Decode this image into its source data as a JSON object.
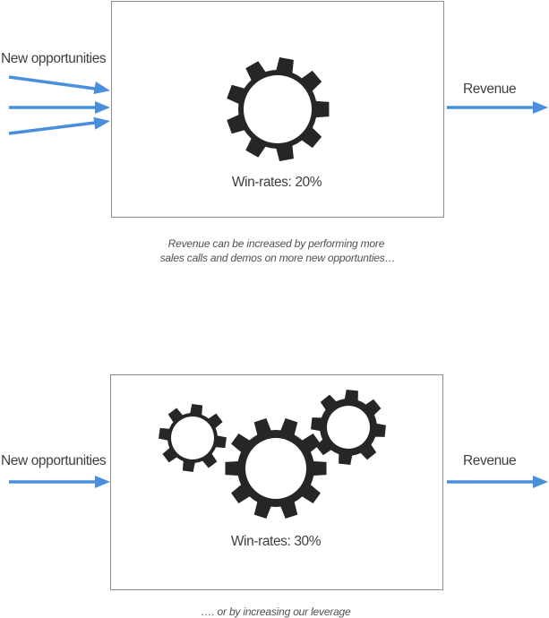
{
  "panels": [
    {
      "input_label": "New opportunities",
      "output_label": "Revenue",
      "metric": "Win-rates: 20%",
      "caption_lines": [
        "Revenue can be increased by performing more",
        "sales calls and demos on more new opportunties…"
      ],
      "gear_count": 1,
      "input_arrow_count": 3
    },
    {
      "input_label": "New opportunities",
      "output_label": "Revenue",
      "metric": "Win-rates: 30%",
      "caption_lines": [
        "…. or by increasing our leverage"
      ],
      "gear_count": 3,
      "input_arrow_count": 1
    }
  ],
  "colors": {
    "arrow": "#4a8fdc",
    "gear": "#262626",
    "box_border": "#8c8c8c"
  },
  "icons": {
    "gear": "gear-icon",
    "arrow": "arrow-right-icon"
  }
}
